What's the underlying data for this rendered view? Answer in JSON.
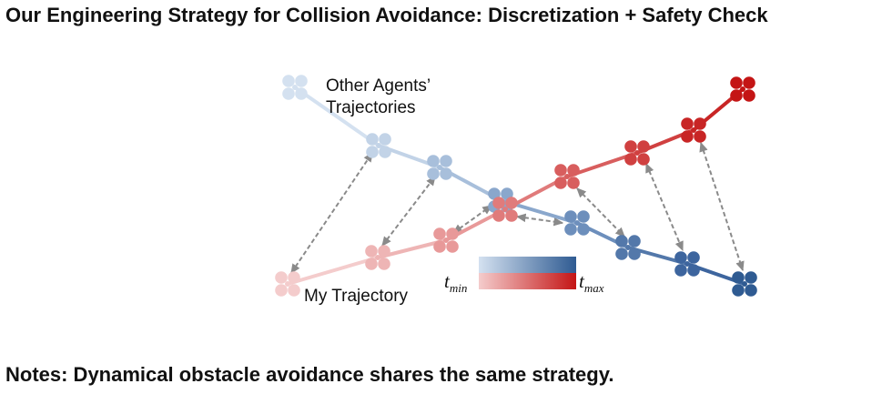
{
  "title": "Our Engineering Strategy for Collision Avoidance: Discretization + Safety Check",
  "labels": {
    "other_agents_line1": "Other Agents’",
    "other_agents_line2": "Trajectories",
    "my_trajectory": "My Trajectory",
    "t_min_base": "t",
    "t_min_sub": "min",
    "t_max_base": "t",
    "t_max_sub": "max"
  },
  "colors": {
    "blue_start": "#d4e1f0",
    "blue_end": "#2f5b92",
    "red_start": "#f4cccc",
    "red_end": "#c41515",
    "safety_arrow": "#8a8a8a"
  },
  "notes": "Notes: Dynamical obstacle avoidance shares the same strategy."
}
